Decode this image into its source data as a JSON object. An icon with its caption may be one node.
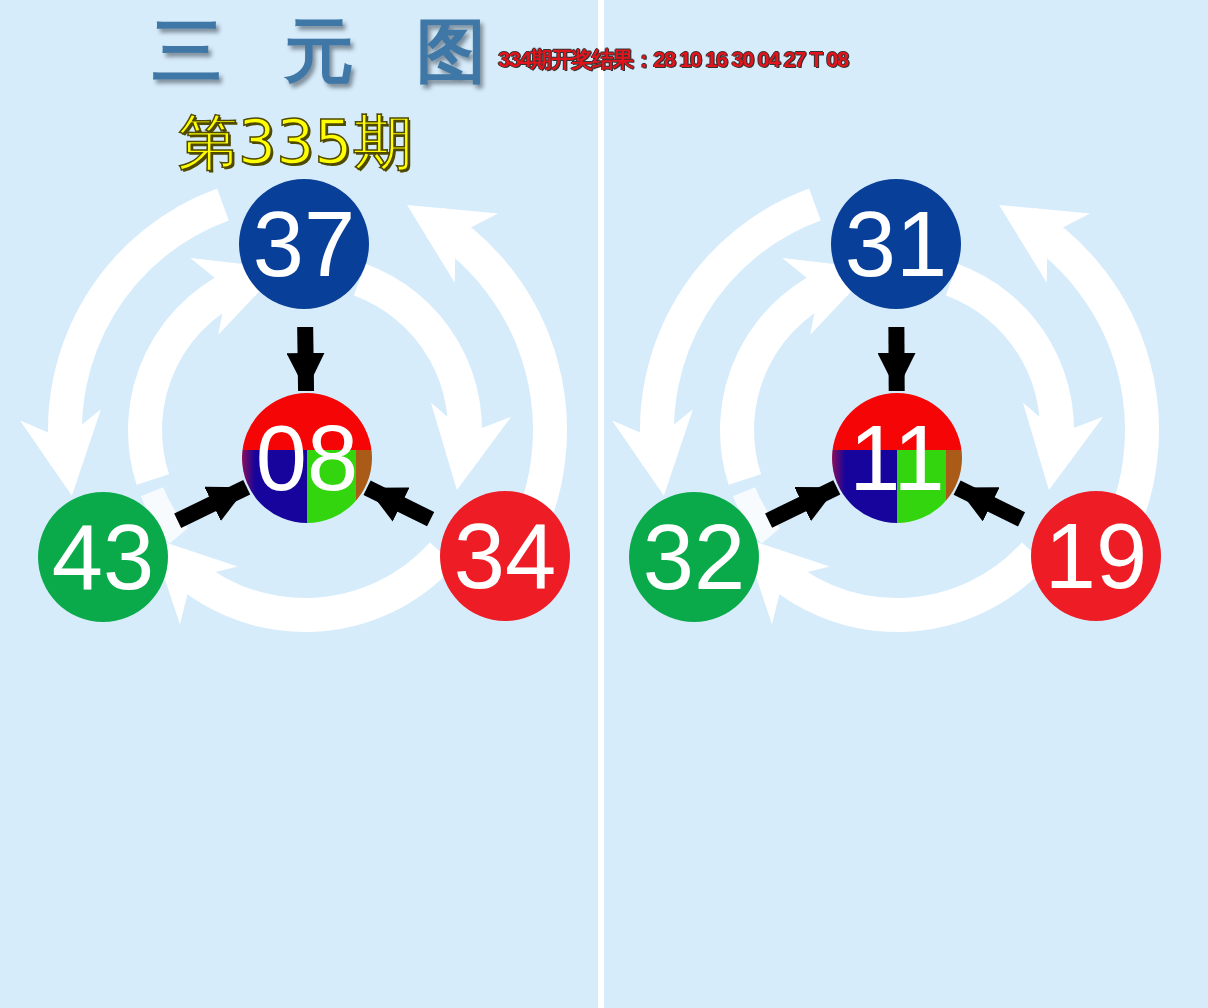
{
  "diagram": {
    "title": "三元图",
    "nodes": [
      {
        "text": [
          "37"
        ]
      },
      {
        "text": [
          "08"
        ]
      },
      {
        "text": [
          "43"
        ]
      },
      {
        "text": [
          "34"
        ]
      },
      {
        "text": [
          "31"
        ]
      },
      {
        "text": [
          "11"
        ]
      },
      {
        "text": [
          "32"
        ]
      },
      {
        "text": [
          "19"
        ]
      }
    ],
    "edges": [
      {
        "from": 0,
        "to": 1,
        "arrow": "to",
        "color": "#000000"
      },
      {
        "from": 2,
        "to": 1,
        "arrow": "to",
        "color": "#000000"
      },
      {
        "from": 3,
        "to": 1,
        "arrow": "to",
        "color": "#000000"
      },
      {
        "from": 4,
        "to": 5,
        "arrow": "to",
        "color": "#000000"
      },
      {
        "from": 6,
        "to": 5,
        "arrow": "to",
        "color": "#000000"
      },
      {
        "from": 7,
        "to": 5,
        "arrow": "to",
        "color": "#000000"
      },
      {
        "from": 0,
        "to": 2,
        "arrow": "to"
      },
      {
        "from": 2,
        "to": 0,
        "arrow": "to"
      },
      {
        "from": 0,
        "to": 3,
        "arrow": "to"
      },
      {
        "from": 3,
        "to": 0,
        "arrow": "to"
      },
      {
        "from": 3,
        "to": 2,
        "arrow": "to"
      },
      {
        "from": 4,
        "to": 6,
        "arrow": "to"
      },
      {
        "from": 6,
        "to": 4,
        "arrow": "to"
      },
      {
        "from": 4,
        "to": 7,
        "arrow": "to"
      },
      {
        "from": 7,
        "to": 4,
        "arrow": "to"
      },
      {
        "from": 7,
        "to": 6,
        "arrow": "to"
      }
    ],
    "labels": [
      "334期开奖结果：28 10 16 30 04 27 T 08",
      "第335期"
    ]
  }
}
